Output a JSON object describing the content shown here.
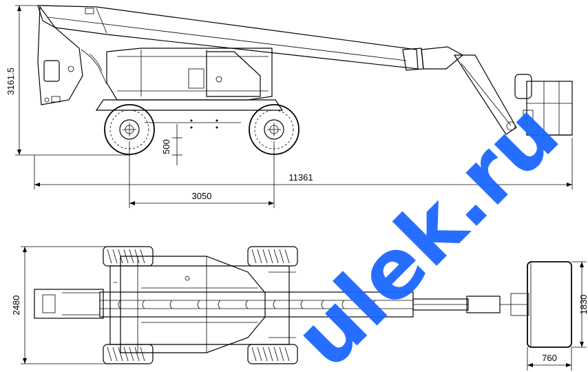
{
  "title": "",
  "watermark": {
    "text": "ulek.ru",
    "color": "#1a66ff"
  },
  "side_view": {
    "dimensions": {
      "overall_height": "3161.5",
      "overall_length": "11361",
      "wheelbase": "3050",
      "ground_clearance": "500"
    }
  },
  "top_view": {
    "dimensions": {
      "overall_width": "2480",
      "platform_width": "1830",
      "platform_depth": "760"
    }
  },
  "colors": {
    "line": "#000000",
    "background": "#ffffff"
  }
}
